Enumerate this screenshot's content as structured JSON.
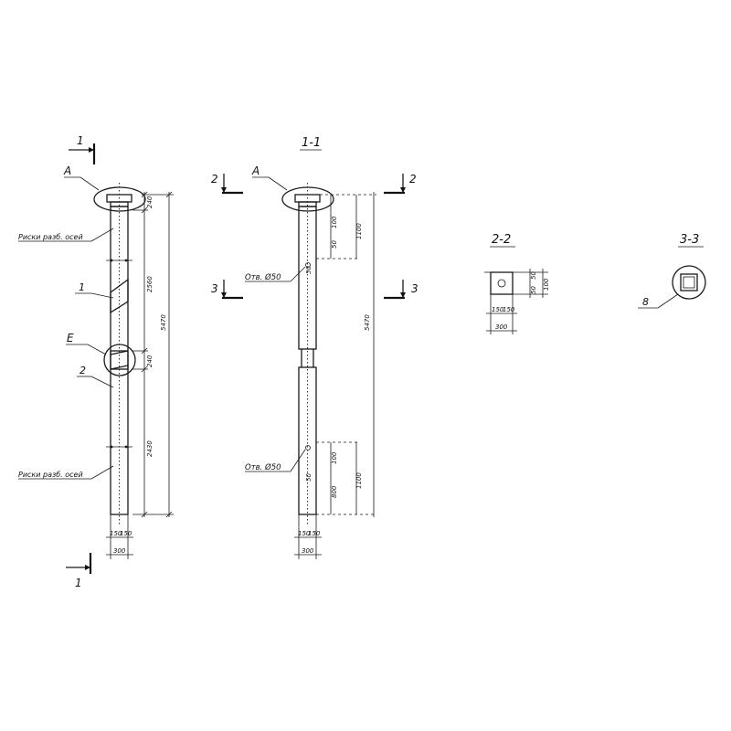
{
  "section_marks": {
    "one": "1",
    "two": "2",
    "three": "3"
  },
  "view_titles": {
    "section_1_1": "1-1",
    "section_2_2": "2-2",
    "section_3_3": "3-3"
  },
  "callouts": {
    "node_a": "А",
    "node_e": "Е",
    "pos_1": "1",
    "pos_2": "2",
    "pos_8": "8",
    "axis_marks": "Риски разб. осей",
    "hole": "Отв. Ø50"
  },
  "dimensions": {
    "d5470": "5470",
    "d2560": "2560",
    "d2430": "2430",
    "d240": "240",
    "d50": "50",
    "d150": "150",
    "d300": "300",
    "d100": "100",
    "d1100": "1100",
    "d800": "800",
    "d1100b": "1100"
  }
}
